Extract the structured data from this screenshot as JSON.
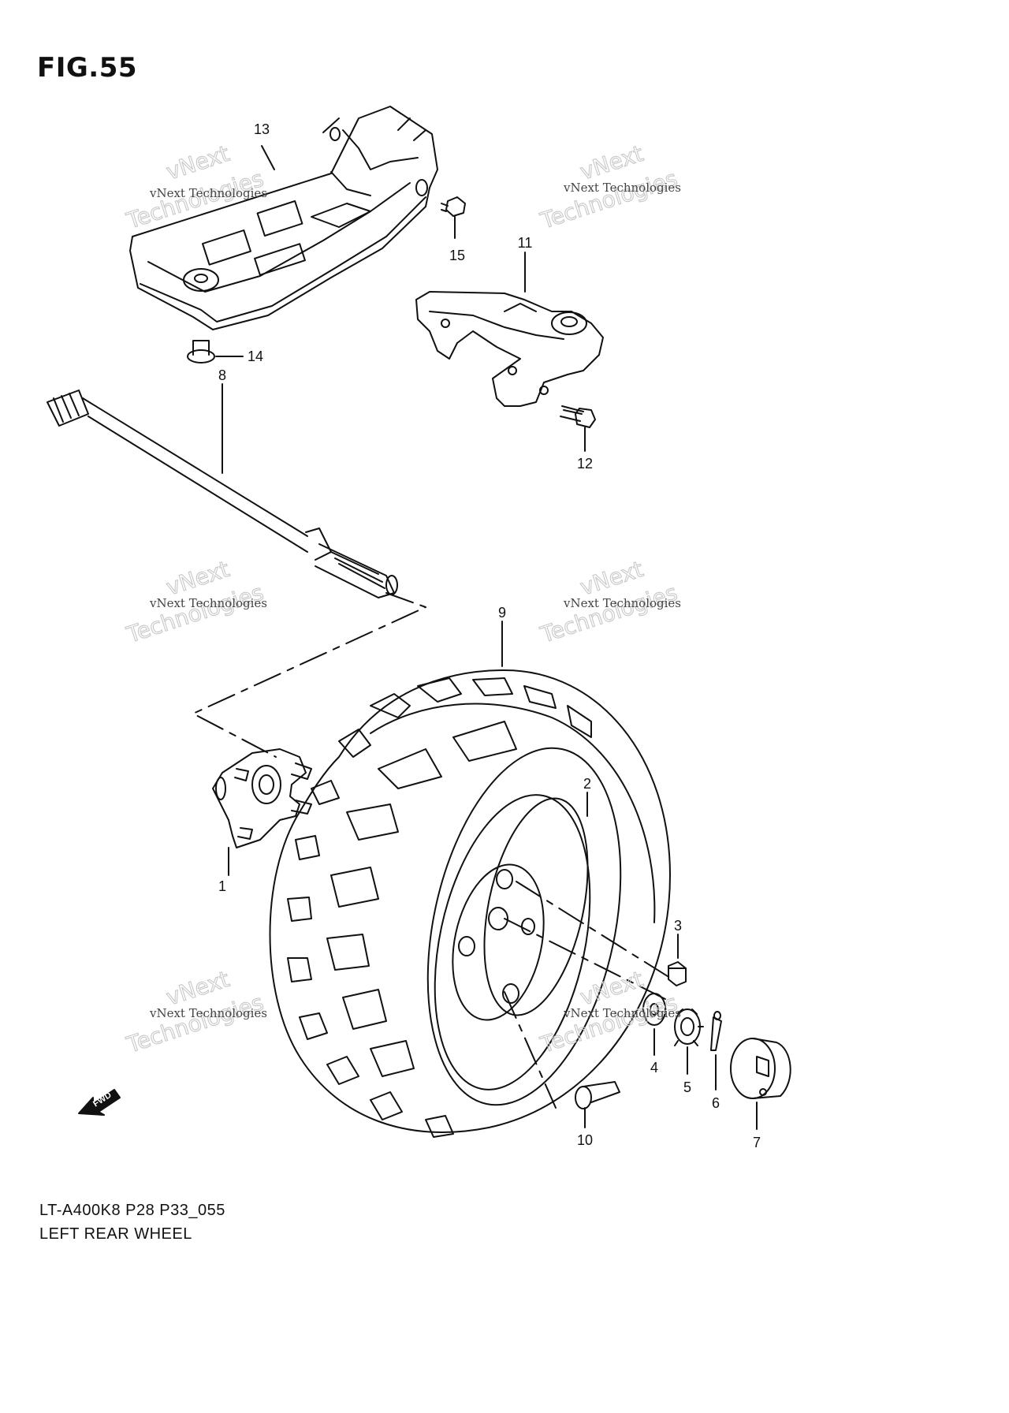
{
  "figure": {
    "title": "FIG.55",
    "code": "LT-A400K8 P28 P33_055",
    "caption": "LEFT REAR WHEEL"
  },
  "callouts": [
    {
      "id": "1",
      "label": "1"
    },
    {
      "id": "2",
      "label": "2"
    },
    {
      "id": "3",
      "label": "3"
    },
    {
      "id": "4",
      "label": "4"
    },
    {
      "id": "5",
      "label": "5"
    },
    {
      "id": "6",
      "label": "6"
    },
    {
      "id": "7",
      "label": "7"
    },
    {
      "id": "8",
      "label": "8"
    },
    {
      "id": "9",
      "label": "9"
    },
    {
      "id": "10",
      "label": "10"
    },
    {
      "id": "11",
      "label": "11"
    },
    {
      "id": "12",
      "label": "12"
    },
    {
      "id": "13",
      "label": "13"
    },
    {
      "id": "14",
      "label": "14"
    },
    {
      "id": "15",
      "label": "15"
    }
  ],
  "watermark": {
    "small": "vNext Technologies",
    "large_line1": "vNext",
    "large_line2": "Technologies"
  },
  "direction_arrow": {
    "label": "FWD",
    "icon": "fwd-arrow-icon"
  }
}
